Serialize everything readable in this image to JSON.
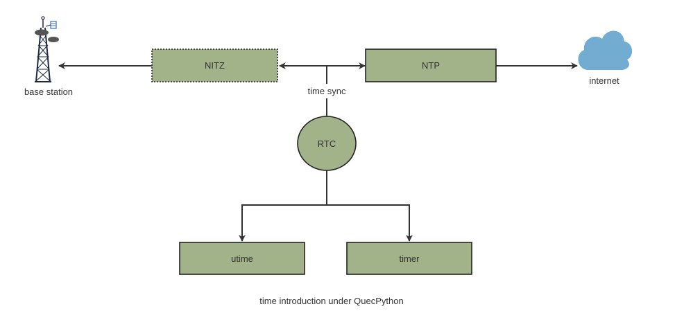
{
  "diagram": {
    "nodes": {
      "nitz": "NITZ",
      "ntp": "NTP",
      "rtc": "RTC",
      "utime": "utime",
      "timer": "timer"
    },
    "labels": {
      "base_station": "base station",
      "internet": "internet",
      "time_sync": "time sync",
      "caption": "time introduction under QuecPython"
    },
    "icons": {
      "base_station": "cell-tower-icon",
      "internet": "cloud-icon"
    },
    "colors": {
      "node_fill": "#a2b389",
      "node_stroke": "#222222",
      "edge": "#333333",
      "cloud": "#72acd1",
      "tower": "#1f2a44",
      "tower_dish": "#555555"
    }
  }
}
